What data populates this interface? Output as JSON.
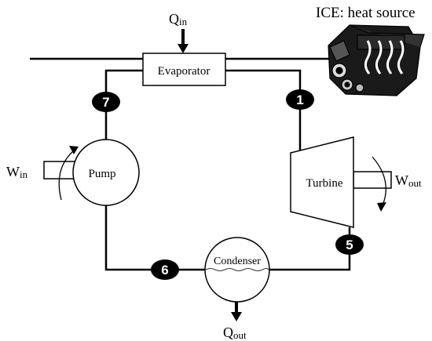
{
  "title": "ICE: heat source",
  "components": {
    "evaporator": "Evaporator",
    "turbine": "Turbine",
    "pump": "Pump",
    "condenser": "Condenser"
  },
  "energy": {
    "q_in": {
      "symbol": "Q",
      "subscript": "in"
    },
    "q_out": {
      "symbol": "Q",
      "subscript": "out"
    },
    "w_in": {
      "symbol": "W",
      "subscript": "in"
    },
    "w_out": {
      "symbol": "W",
      "subscript": "out"
    }
  },
  "state_points": {
    "p1": "1",
    "p5": "5",
    "p6": "6",
    "p7": "7"
  },
  "colors": {
    "line": "#000000",
    "badge_fill": "#000000",
    "badge_text": "#ffffff",
    "background": "#ffffff"
  },
  "icons": {
    "engine": "engine-block-icon",
    "rotation": "rotation-arrow-icon"
  }
}
